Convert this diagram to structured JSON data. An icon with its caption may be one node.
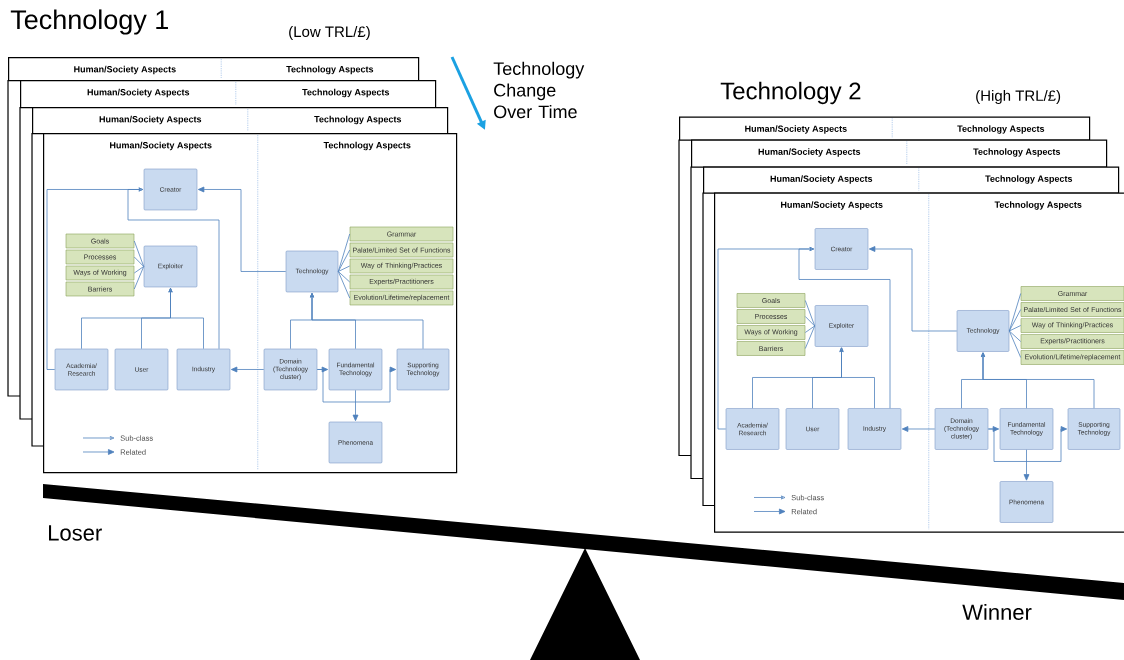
{
  "diagram": {
    "nodes": [
      {
        "text": [
          "Human/Society Aspects",
          "Technology Aspects"
        ]
      },
      {
        "text": [
          "Human/Society Aspects",
          "Technology Aspects"
        ]
      },
      {
        "text": [
          "Human/Society Aspects",
          "Technology Aspects"
        ]
      },
      {
        "text": [
          "Human/Society Aspects",
          "Technology Aspects"
        ]
      },
      {
        "text": [
          "Creator"
        ],
        "in": 3
      },
      {
        "text": [
          "Goals"
        ],
        "in": 3
      },
      {
        "text": [
          "Processes"
        ],
        "in": 3
      },
      {
        "text": [
          "Ways of Working"
        ],
        "in": 3
      },
      {
        "text": [
          "Barriers"
        ],
        "in": 3
      },
      {
        "text": [
          "Exploiter"
        ],
        "in": 3
      },
      {
        "text": [
          "Technology"
        ],
        "in": 3
      },
      {
        "text": [
          "Grammar"
        ],
        "in": 3
      },
      {
        "text": [
          "Palate/Limited Set of Functions"
        ],
        "in": 3
      },
      {
        "text": [
          "Way of Thinking/Practices"
        ],
        "in": 3
      },
      {
        "text": [
          "Experts/Practitioners"
        ],
        "in": 3
      },
      {
        "text": [
          "Evolution/Lifetime/replacement"
        ],
        "in": 3
      },
      {
        "text": [
          "Academia/ Research"
        ],
        "in": 3
      },
      {
        "text": [
          "User"
        ],
        "in": 3
      },
      {
        "text": [
          "Industry"
        ],
        "in": 3
      },
      {
        "text": [
          "Domain (Technology cluster)"
        ],
        "in": 3
      },
      {
        "text": [
          "Fundamental Technology"
        ],
        "in": 3
      },
      {
        "text": [
          "Supporting Technology"
        ],
        "in": 3
      },
      {
        "text": [
          "Phenomena"
        ],
        "in": 3
      },
      {
        "text": [
          "Human/Society Aspects",
          "Technology Aspects"
        ]
      },
      {
        "text": [
          "Human/Society Aspects",
          "Technology Aspects"
        ]
      },
      {
        "text": [
          "Human/Society Aspects",
          "Technology Aspects"
        ]
      },
      {
        "text": [
          "Human/Society Aspects",
          "Technology Aspects"
        ]
      },
      {
        "text": [
          "Creator"
        ],
        "in": 26
      },
      {
        "text": [
          "Goals"
        ],
        "in": 26
      },
      {
        "text": [
          "Processes"
        ],
        "in": 26
      },
      {
        "text": [
          "Ways of Working"
        ],
        "in": 26
      },
      {
        "text": [
          "Barriers"
        ],
        "in": 26
      },
      {
        "text": [
          "Exploiter"
        ],
        "in": 26
      },
      {
        "text": [
          "Technology"
        ],
        "in": 26
      },
      {
        "text": [
          "Grammar"
        ],
        "in": 26
      },
      {
        "text": [
          "Palate/Limited Set of Functions"
        ],
        "in": 26
      },
      {
        "text": [
          "Way of Thinking/Practices"
        ],
        "in": 26
      },
      {
        "text": [
          "Experts/Practitioners"
        ],
        "in": 26
      },
      {
        "text": [
          "Evolution/Lifetime/replacement"
        ],
        "in": 26
      },
      {
        "text": [
          "Academia/ Research"
        ],
        "in": 26
      },
      {
        "text": [
          "User"
        ],
        "in": 26
      },
      {
        "text": [
          "Industry"
        ],
        "in": 26
      },
      {
        "text": [
          "Domain (Technology cluster)"
        ],
        "in": 26
      },
      {
        "text": [
          "Fundamental Technology"
        ],
        "in": 26
      },
      {
        "text": [
          "Supporting Technology"
        ],
        "in": 26
      },
      {
        "text": [
          "Phenomena"
        ],
        "in": 26
      }
    ],
    "edges": [
      {
        "from": 10,
        "to": 4,
        "arrow": "to"
      },
      {
        "from": 18,
        "to": 4,
        "arrow": "to"
      },
      {
        "from": 16,
        "to": 4,
        "arrow": "to"
      },
      {
        "from": 16,
        "to": 9,
        "arrow": "to"
      },
      {
        "from": 17,
        "to": 9,
        "arrow": "to"
      },
      {
        "from": 18,
        "to": 9,
        "arrow": "to"
      },
      {
        "from": 5,
        "to": 9,
        "arrow": "none"
      },
      {
        "from": 6,
        "to": 9,
        "arrow": "none"
      },
      {
        "from": 7,
        "to": 9,
        "arrow": "none"
      },
      {
        "from": 8,
        "to": 9,
        "arrow": "none"
      },
      {
        "from": 10,
        "to": 11,
        "arrow": "none"
      },
      {
        "from": 10,
        "to": 12,
        "arrow": "none"
      },
      {
        "from": 10,
        "to": 13,
        "arrow": "none"
      },
      {
        "from": 10,
        "to": 14,
        "arrow": "none"
      },
      {
        "from": 10,
        "to": 15,
        "arrow": "none"
      },
      {
        "from": 19,
        "to": 10,
        "arrow": "to"
      },
      {
        "from": 20,
        "to": 10,
        "arrow": "to"
      },
      {
        "from": 21,
        "to": 10,
        "arrow": "to"
      },
      {
        "from": 19,
        "to": 18,
        "arrow": "to"
      },
      {
        "from": 19,
        "to": 20,
        "arrow": "to"
      },
      {
        "from": 19,
        "to": 21,
        "arrow": "to"
      },
      {
        "from": 20,
        "to": 22,
        "arrow": "to"
      },
      {
        "from": 33,
        "to": 27,
        "arrow": "to"
      },
      {
        "from": 41,
        "to": 27,
        "arrow": "to"
      },
      {
        "from": 39,
        "to": 27,
        "arrow": "to"
      },
      {
        "from": 39,
        "to": 32,
        "arrow": "to"
      },
      {
        "from": 40,
        "to": 32,
        "arrow": "to"
      },
      {
        "from": 41,
        "to": 32,
        "arrow": "to"
      },
      {
        "from": 28,
        "to": 32,
        "arrow": "none"
      },
      {
        "from": 29,
        "to": 32,
        "arrow": "none"
      },
      {
        "from": 30,
        "to": 32,
        "arrow": "none"
      },
      {
        "from": 31,
        "to": 32,
        "arrow": "none"
      },
      {
        "from": 33,
        "to": 34,
        "arrow": "none"
      },
      {
        "from": 33,
        "to": 35,
        "arrow": "none"
      },
      {
        "from": 33,
        "to": 36,
        "arrow": "none"
      },
      {
        "from": 33,
        "to": 37,
        "arrow": "none"
      },
      {
        "from": 33,
        "to": 38,
        "arrow": "none"
      },
      {
        "from": 42,
        "to": 33,
        "arrow": "to"
      },
      {
        "from": 43,
        "to": 33,
        "arrow": "to"
      },
      {
        "from": 44,
        "to": 33,
        "arrow": "to"
      },
      {
        "from": 42,
        "to": 41,
        "arrow": "to"
      },
      {
        "from": 42,
        "to": 43,
        "arrow": "to"
      },
      {
        "from": 42,
        "to": 44,
        "arrow": "to"
      },
      {
        "from": 43,
        "to": 45,
        "arrow": "to"
      }
    ],
    "labels": [
      "Technology 1",
      "(Low TRL/£)",
      "Technology Change Over Time",
      "Technology 2",
      "(High TRL/£)",
      "Loser",
      "Winner"
    ],
    "legend": [
      {
        "text": "Sub-class"
      },
      {
        "text": "Related"
      },
      {
        "text": "Sub-class"
      },
      {
        "text": "Related"
      }
    ]
  }
}
